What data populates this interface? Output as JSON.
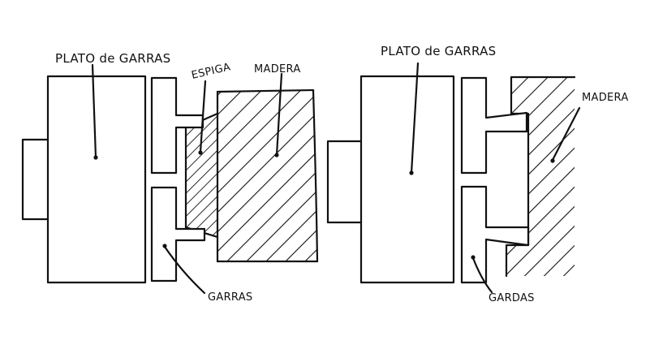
{
  "colors": {
    "ink": "#111111",
    "paper": "#ffffff"
  },
  "left_diagram": {
    "chuck_label": "PLATO de GARRAS",
    "tenon_label": "ESPIGA",
    "wood_label": "MADERA",
    "jaws_label": "GARRAS"
  },
  "right_diagram": {
    "chuck_label": "PLATO de GARRAS",
    "wood_label": "MADERA",
    "jaws_label": "GARDAS"
  }
}
